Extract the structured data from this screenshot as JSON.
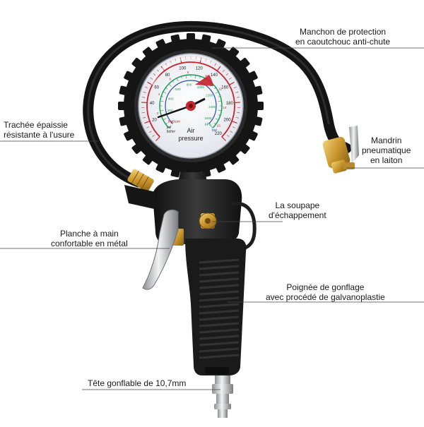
{
  "callouts": {
    "protection_sleeve": [
      "Manchon de protection",
      "en caoutchouc anti-chute"
    ],
    "thick_hose": [
      "Trachée épaissie",
      "résistante à l'usure"
    ],
    "brass_chuck": [
      "Mandrin",
      "pneumatique",
      "en laiton"
    ],
    "exhaust_valve": [
      "La soupape",
      "d'échappement"
    ],
    "metal_lever": [
      "Planche à main",
      "confortable en métal"
    ],
    "grip": [
      "Poignée de gonflage",
      "avec procédé de galvanoplastie"
    ],
    "nozzle": [
      "Tête gonflable de 10,7mm"
    ]
  },
  "gauge": {
    "label_line1": "Air",
    "label_line2": "pressure",
    "outer_ticks": [
      "20",
      "40",
      "60",
      "80",
      "100",
      "120",
      "140",
      "160",
      "180",
      "200",
      "220"
    ],
    "kpa_ticks": [
      "200",
      "400",
      "600",
      "800",
      "1000",
      "1200",
      "1400",
      "1500"
    ],
    "bar_ticks": [
      "2",
      "4",
      "6",
      "8",
      "10",
      "12",
      "14",
      "15"
    ],
    "unit_kgf": "Kgf/cm²",
    "unit_psi": "psi",
    "unit_lbf": "lbf/in²",
    "unit_bar": "bar",
    "unit_kpa": "kPa"
  },
  "colors": {
    "hose": "#1b1b1b",
    "brass": "#c9a24a",
    "gauge_face": "#f3f5f8",
    "red_scale": "#c8242e",
    "green_scale": "#1f9a5b",
    "blue_scale": "#2a4fa8",
    "body": "#202020",
    "chrome": "#c7c9cc"
  }
}
